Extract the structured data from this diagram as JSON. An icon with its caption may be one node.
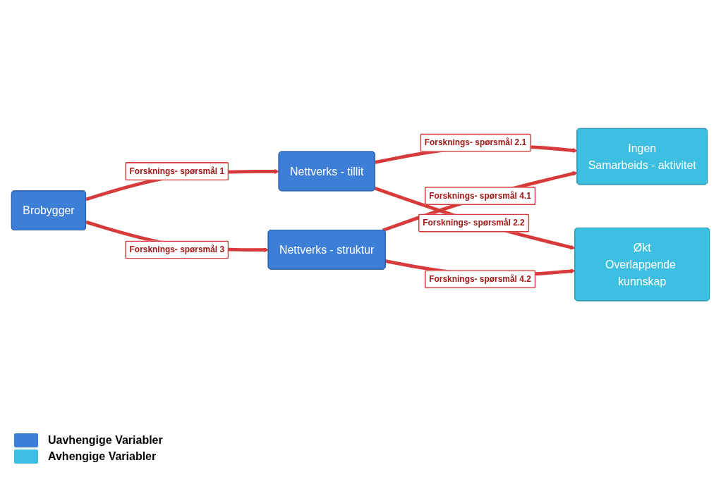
{
  "diagram": {
    "nodes": [
      {
        "text": [
          "Brobygger"
        ]
      },
      {
        "text": [
          "Nettverks - tillit"
        ]
      },
      {
        "text": [
          "Nettverks - struktur"
        ]
      },
      {
        "text": [
          "Ingen",
          "Samarbeids - aktivitet"
        ]
      },
      {
        "text": [
          "Økt",
          "Overlappende kunnskap"
        ]
      }
    ],
    "edges": [
      {
        "from": 0,
        "to": 1,
        "arrow": "to",
        "label": "Forsknings- spørsmål 1"
      },
      {
        "from": 0,
        "to": 2,
        "arrow": "to",
        "label": "Forsknings- spørsmål 3"
      },
      {
        "from": 1,
        "to": 3,
        "arrow": "to",
        "label": "Forsknings- spørsmål 2.1"
      },
      {
        "from": 1,
        "to": 4,
        "arrow": "to",
        "label": "Forsknings- spørsmål 2.2"
      },
      {
        "from": 2,
        "to": 3,
        "arrow": "to",
        "label": "Forsknings- spørsmål 4.1"
      },
      {
        "from": 2,
        "to": 4,
        "arrow": "to",
        "label": "Forsknings- spørsmål 4.2"
      }
    ],
    "legend": [
      {
        "text": "Uavhengige Variabler",
        "color": "#3d7fd6"
      },
      {
        "text": "Avhengige Variabler",
        "color": "#3cbfe0"
      }
    ]
  }
}
